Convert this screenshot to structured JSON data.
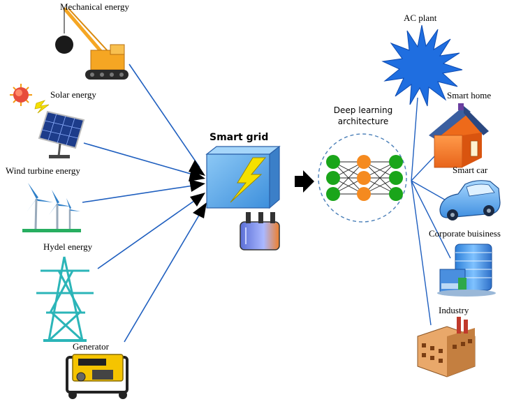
{
  "sources": [
    {
      "label": "Mechanical energy",
      "icon": "crane-icon"
    },
    {
      "label": "Solar energy",
      "icon": "solar-panel-icon"
    },
    {
      "label": "Wind turbine energy",
      "icon": "wind-turbine-icon"
    },
    {
      "label": "Hydel energy",
      "icon": "transmission-tower-icon"
    },
    {
      "label": "Generator",
      "icon": "generator-icon"
    }
  ],
  "hub": {
    "label": "Smart grid",
    "icon": "lightning-box-icon",
    "sub_icon": "transformer-icon"
  },
  "model": {
    "label_line1": "Deep learning",
    "label_line2": "architecture",
    "icon": "neural-network-icon"
  },
  "consumers": [
    {
      "label": "AC plant",
      "icon": "ac-plant-star-icon"
    },
    {
      "label": "Smart home",
      "icon": "house-icon"
    },
    {
      "label": "Smart car",
      "icon": "car-icon"
    },
    {
      "label": "Corporate buisiness",
      "icon": "office-building-icon"
    },
    {
      "label": "Industry",
      "icon": "factory-icon"
    }
  ],
  "colors": {
    "connector": "#1f5fbf",
    "lightning": "#f5e000",
    "hub_box": "#5fa8e6",
    "nn_green": "#1aa51a",
    "nn_orange": "#f58a1f"
  }
}
